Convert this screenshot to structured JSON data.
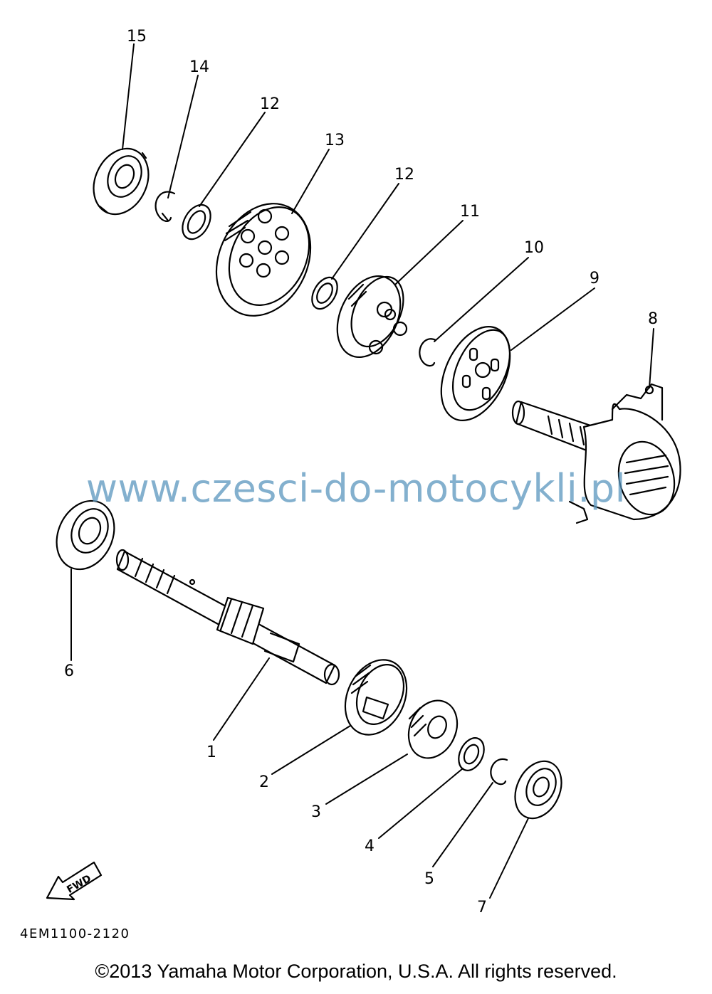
{
  "watermark": "www.czesci-do-motocykli.pl",
  "diagram_code": "4EM1100-2120",
  "fwd_label": "FWD",
  "copyright": "©2013 Yamaha Motor Corporation, U.S.A. All rights reserved.",
  "callouts": {
    "c1": "1",
    "c2": "2",
    "c3": "3",
    "c4": "4",
    "c5": "5",
    "c6": "6",
    "c7": "7",
    "c8": "8",
    "c9": "9",
    "c10": "10",
    "c11": "11",
    "c12a": "12",
    "c12b": "12",
    "c13": "13",
    "c14": "14",
    "c15": "15"
  }
}
